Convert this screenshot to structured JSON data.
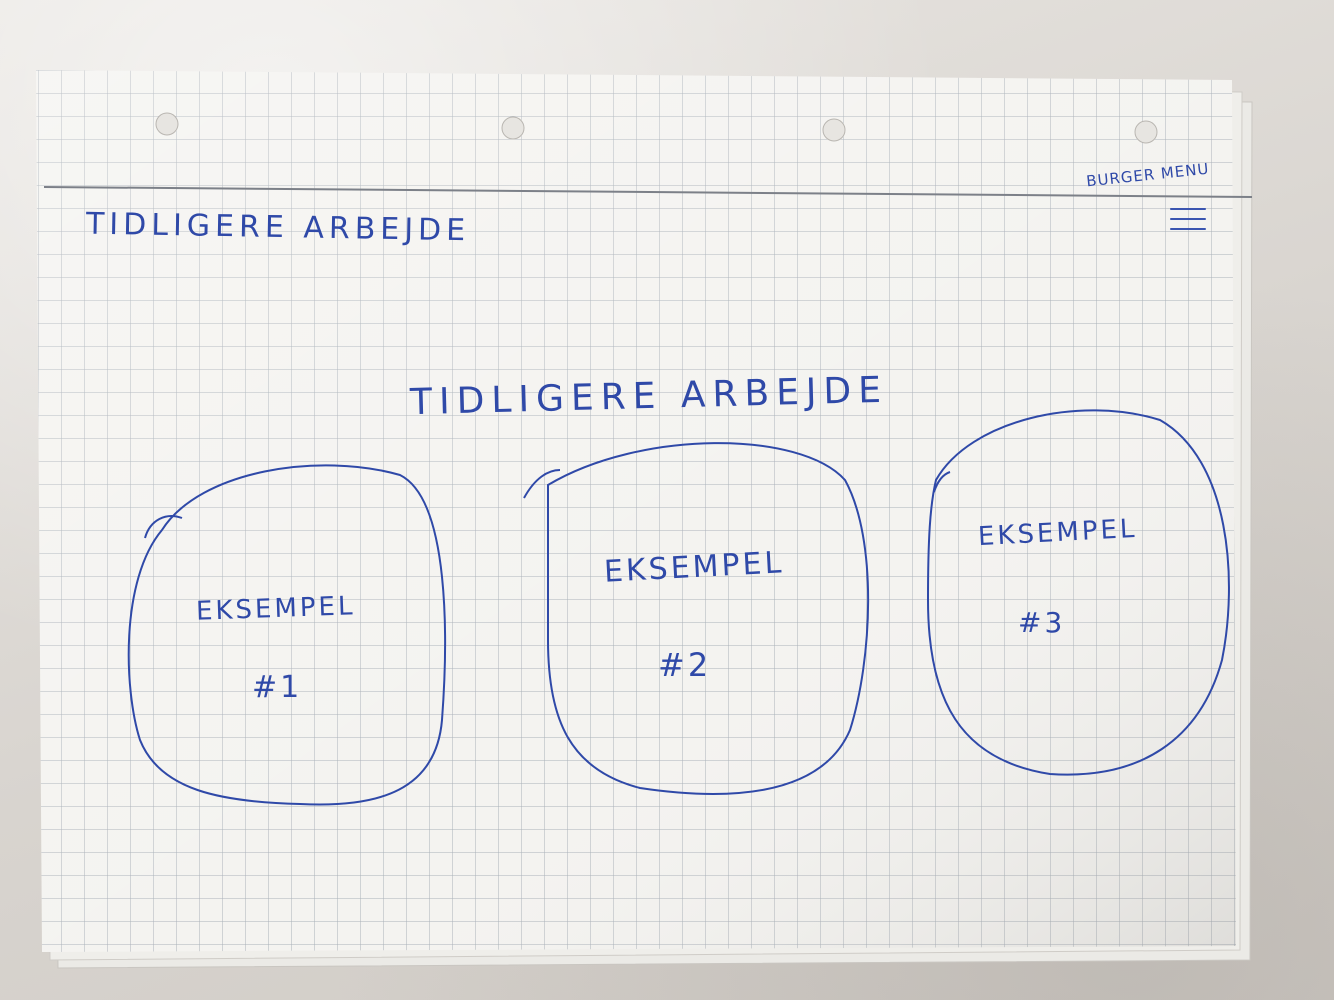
{
  "header": {
    "title": "TIDLIGERE ARBEJDE",
    "menu_label": "BURGER MENU"
  },
  "main": {
    "heading": "TIDLIGERE ARBEJDE",
    "examples": [
      {
        "label": "EKSEMPEL",
        "number": "#1"
      },
      {
        "label": "EKSEMPEL",
        "number": "#2"
      },
      {
        "label": "EKSEMPEL",
        "number": "#3"
      }
    ]
  },
  "colors": {
    "ink": "#2f49a8",
    "paper": "#f4f3f0",
    "grid": "#a9b0b8",
    "background": "#dedad5"
  },
  "icons": [
    "hamburger-menu-icon"
  ]
}
